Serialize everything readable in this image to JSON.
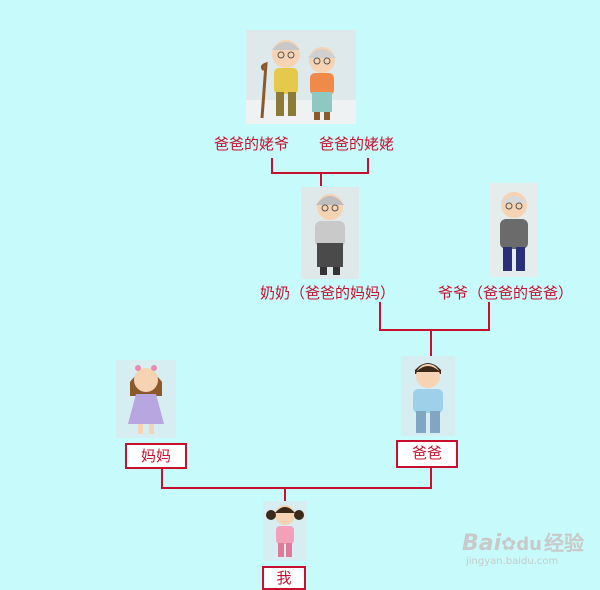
{
  "great_grandparents": {
    "left_label": "爸爸的姥爷",
    "right_label": "爸爸的姥姥"
  },
  "grandmother": {
    "label": "奶奶（爸爸的妈妈）"
  },
  "grandfather": {
    "label": "爷爷（爸爸的爸爸）"
  },
  "mother": {
    "label": "妈妈"
  },
  "father": {
    "label": "爸爸"
  },
  "me": {
    "label": "我"
  },
  "watermark": {
    "brand": "Bai",
    "brand_suffix": "du",
    "cn": "经验",
    "url": "jingyan.baidu.com"
  },
  "colors": {
    "background": "#c7fbfb",
    "line": "#c8102e",
    "text": "#c8102e"
  }
}
